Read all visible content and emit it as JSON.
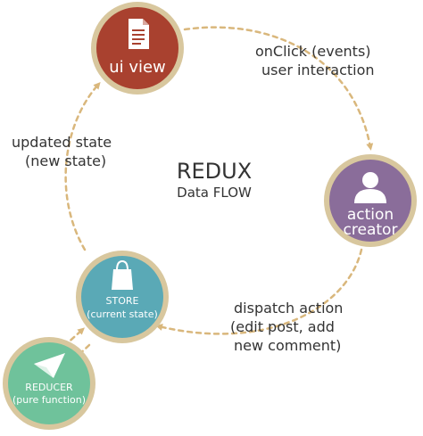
{
  "title": {
    "main": "REDUX",
    "sub": "Data FLOW"
  },
  "nodes": {
    "ui_view": {
      "label": "ui view",
      "color": "#a9412f",
      "ring": "#d8c79e"
    },
    "action_creator": {
      "line1": "action",
      "line2": "creator",
      "color": "#8a6d9a",
      "ring": "#d8c79e"
    },
    "store": {
      "line1": "STORE",
      "line2": "(current state)",
      "color": "#5aa9b6",
      "ring": "#d8c79e"
    },
    "reducer": {
      "line1": "REDUCER",
      "line2": "(pure function)",
      "color": "#6fc29b",
      "ring": "#d8c79e"
    }
  },
  "edges": {
    "onclick": {
      "line1": "onClick (events)",
      "line2": "user interaction"
    },
    "dispatch": {
      "line1": "dispatch action",
      "line2": "(edit post, add",
      "line3": "new comment)"
    },
    "updated": {
      "line1": "updated state",
      "line2": "(new state)"
    }
  },
  "colors": {
    "arrow": "#d9b77c",
    "text": "#333333"
  },
  "icons": {
    "ui_view": "document-icon",
    "action_creator": "user-icon",
    "store": "shopping-bag-icon",
    "reducer": "paper-plane-icon"
  }
}
